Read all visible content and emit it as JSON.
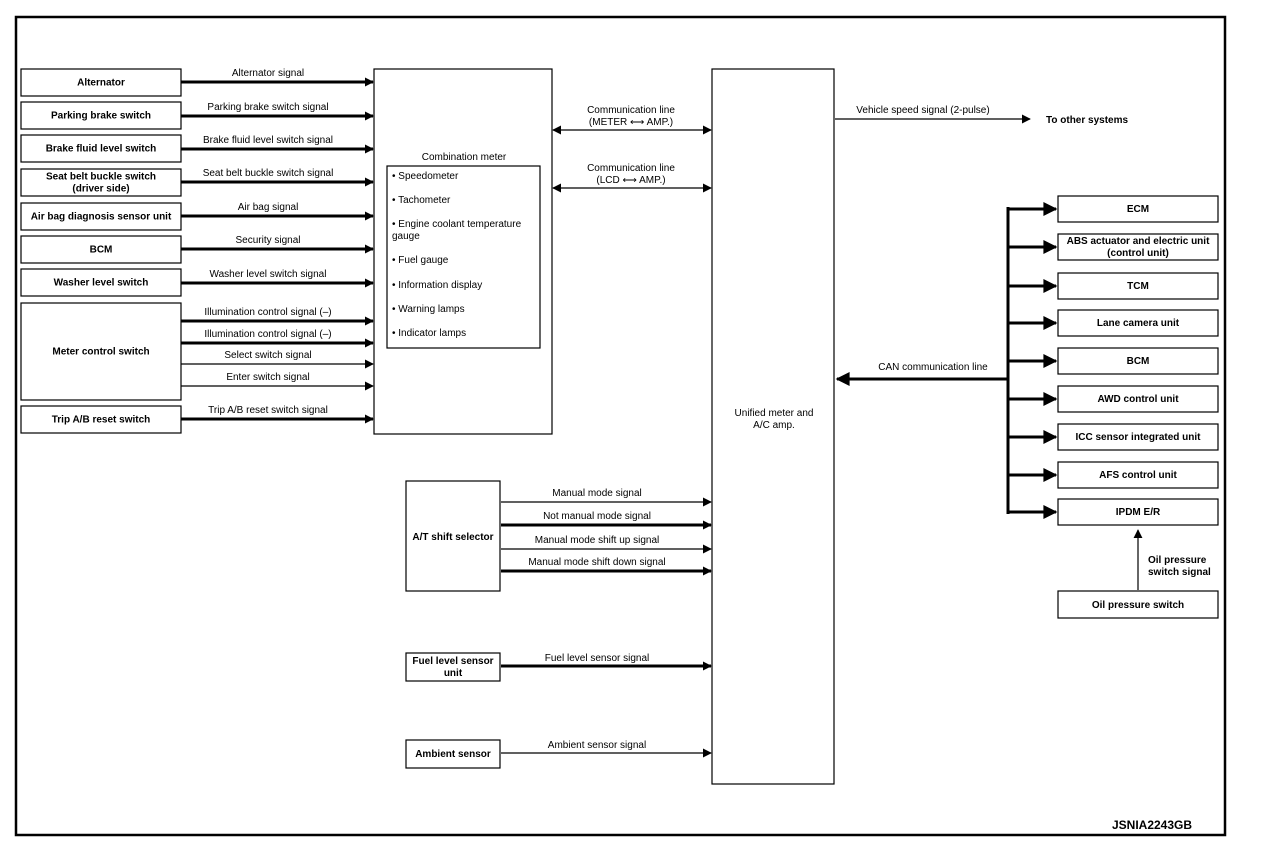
{
  "inputs_left": [
    {
      "box": "Alternator",
      "signals": [
        "Alternator signal"
      ]
    },
    {
      "box": "Parking brake switch",
      "signals": [
        "Parking brake switch signal"
      ]
    },
    {
      "box": "Brake fluid level switch",
      "signals": [
        "Brake fluid level switch signal"
      ]
    },
    {
      "box": [
        "Seat belt buckle switch",
        "(driver side)"
      ],
      "signals": [
        "Seat belt buckle switch signal"
      ]
    },
    {
      "box": "Air bag diagnosis sensor unit",
      "signals": [
        "Air bag signal"
      ]
    },
    {
      "box": "BCM",
      "signals": [
        "Security signal"
      ]
    },
    {
      "box": "Washer level switch",
      "signals": [
        "Washer level switch signal"
      ]
    },
    {
      "box": "Meter control switch",
      "signals": [
        "Illumination control signal (–)",
        "Illumination control signal (–)",
        "Select switch signal",
        "Enter switch signal"
      ]
    },
    {
      "box": "Trip A/B reset switch",
      "signals": [
        "Trip A/B reset switch signal"
      ]
    }
  ],
  "combination_meter": {
    "title": "Combination meter",
    "items": [
      "• Speedometer",
      "• Tachometer",
      [
        "• Engine coolant temperature",
        "gauge"
      ],
      "• Fuel gauge",
      "• Information display",
      "• Warning lamps",
      "• Indicator lamps"
    ]
  },
  "comm_lines": [
    [
      "Communication line",
      "(METER ⟷ AMP.)"
    ],
    [
      "Communication line",
      "(LCD ⟷ AMP.)"
    ]
  ],
  "unified": [
    "Unified meter and",
    "A/C amp."
  ],
  "at_shift": {
    "box": "A/T shift selector",
    "signals": [
      "Manual mode signal",
      "Not manual mode signal",
      "Manual mode shift up signal",
      "Manual mode shift down signal"
    ]
  },
  "fuel": {
    "box": [
      "Fuel level sensor",
      "unit"
    ],
    "signal": "Fuel level sensor signal"
  },
  "ambient": {
    "box": "Ambient sensor",
    "signal": "Ambient sensor signal"
  },
  "vehicle_speed": {
    "signal": "Vehicle speed signal (2-pulse)",
    "dest": "To other systems"
  },
  "can": {
    "label": "CAN communication line",
    "units": [
      "ECM",
      [
        "ABS actuator and electric unit",
        "(control unit)"
      ],
      "TCM",
      "Lane camera unit",
      "BCM",
      "AWD control unit",
      "ICC sensor integrated unit",
      "AFS control unit",
      "IPDM E/R"
    ]
  },
  "oil": {
    "box": "Oil pressure switch",
    "signal": [
      "Oil pressure",
      "switch signal"
    ]
  },
  "code": "JSNIA2243GB"
}
